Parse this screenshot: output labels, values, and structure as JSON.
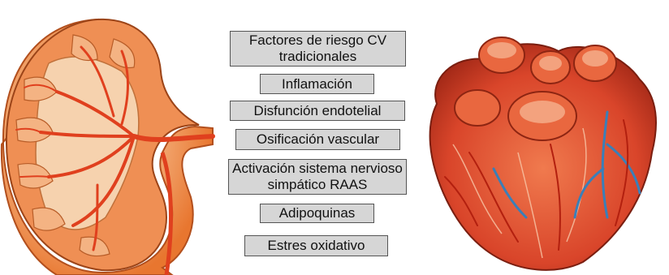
{
  "images": {
    "left": {
      "icon": "kidney-illustration"
    },
    "right": {
      "icon": "heart-illustration"
    }
  },
  "factors": [
    {
      "label": "Factores de riesgo CV tradicionales"
    },
    {
      "label": "Inflamación"
    },
    {
      "label": "Disfunción endotelial"
    },
    {
      "label": "Osificación vascular"
    },
    {
      "label": "Activación sistema nervioso simpático RAAS"
    },
    {
      "label": "Adipoquinas"
    },
    {
      "label": "Estres oxidativo"
    }
  ],
  "colors": {
    "box_fill": "#d6d6d6",
    "kidney_cortex": "#f08a4b",
    "kidney_medulla": "#f6c9a1",
    "artery": "#e0401e",
    "heart_muscle": "#d9452a",
    "vein": "#3a7fb8"
  }
}
